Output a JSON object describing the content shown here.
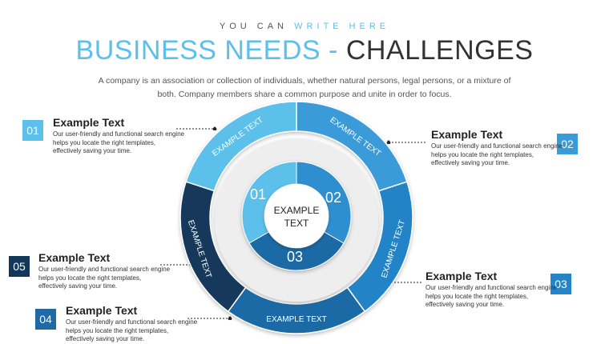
{
  "header": {
    "eyebrow_part1": "YOU CAN",
    "eyebrow_part2": "WRITE HERE",
    "title_part1": "BUSINESS NEEDS -",
    "title_part2": "CHALLENGES",
    "description": "A company is an association or collection of individuals, whether natural persons, legal persons, or a mixture of both. Company members share a common purpose and unite in order to focus."
  },
  "items": [
    {
      "number": "01",
      "title": "Example Text",
      "text": "Our user-friendly and functional search engine helps you locate the right templates, effectively saving your time.",
      "color": "#5bc0eb"
    },
    {
      "number": "02",
      "title": "Example Text",
      "text": "Our user-friendly and functional search engine helps you locate the right templates, effectively saving your time.",
      "color": "#3a9bd9"
    },
    {
      "number": "03",
      "title": "Example Text",
      "text": "Our user-friendly and functional search engine helps you locate the right templates, effectively saving your time.",
      "color": "#2484c6"
    },
    {
      "number": "04",
      "title": "Example Text",
      "text": "Our user-friendly and functional search engine helps you locate the right templates, effectively saving your time.",
      "color": "#1f6aa5"
    },
    {
      "number": "05",
      "title": "Example Text",
      "text": "Our user-friendly and functional search engine helps you locate the right templates, effectively saving your time.",
      "color": "#12375a"
    }
  ],
  "ring_labels": [
    "EXAMPLE TEXT",
    "EXAMPLE TEXT",
    "EXAMPLE TEXT",
    "EXAMPLE TEXT",
    "EXAMPLE TEXT"
  ],
  "inner_numbers": [
    "01",
    "02",
    "03"
  ],
  "center_label_line1": "EXAMPLE",
  "center_label_line2": "TEXT",
  "colors": {
    "accent": "#5bc0eb",
    "inner_light": "#5bc0eb",
    "inner_mid": "#2e8fd0",
    "inner_dark": "#1f6aa5",
    "gray_ring": "#eeeeee"
  }
}
